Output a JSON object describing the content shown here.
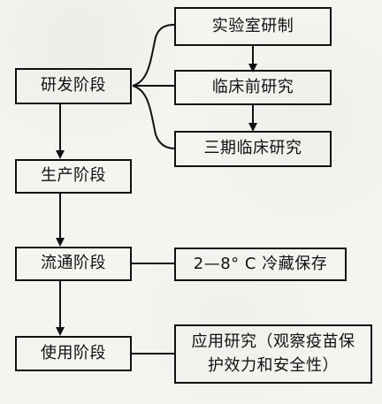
{
  "stages": {
    "research": "研发阶段",
    "production": "生产阶段",
    "distribution": "流通阶段",
    "use": "使用阶段"
  },
  "research_substeps": [
    "实验室研制",
    "临床前研究",
    "三期临床研究"
  ],
  "distribution_note": "2—8° C 冷藏保存",
  "use_note_lines": [
    "应用研究（观察疫苗保",
    "护效力和安全性）"
  ]
}
